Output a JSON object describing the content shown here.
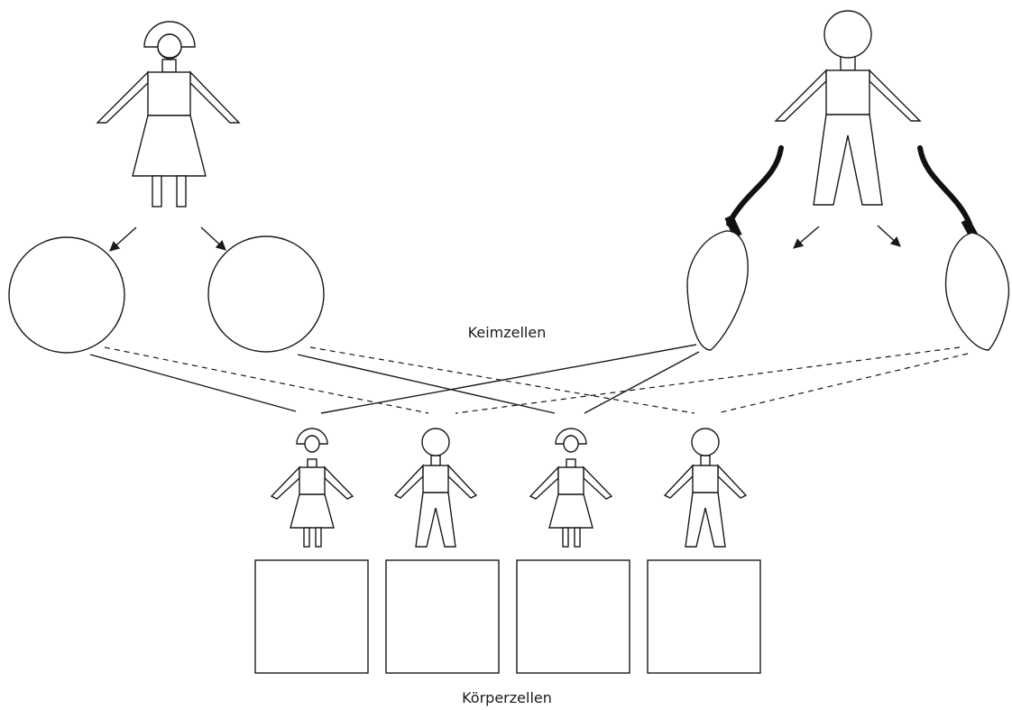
{
  "labels": {
    "germ_cells": "Keimzellen",
    "body_cells": "Körperzellen"
  },
  "colors": {
    "stroke": "#1a1a1a",
    "background": "#ffffff",
    "sperm_tail": "#111111"
  },
  "offspring": [
    {
      "sex": "female"
    },
    {
      "sex": "male"
    },
    {
      "sex": "female"
    },
    {
      "sex": "male"
    }
  ]
}
